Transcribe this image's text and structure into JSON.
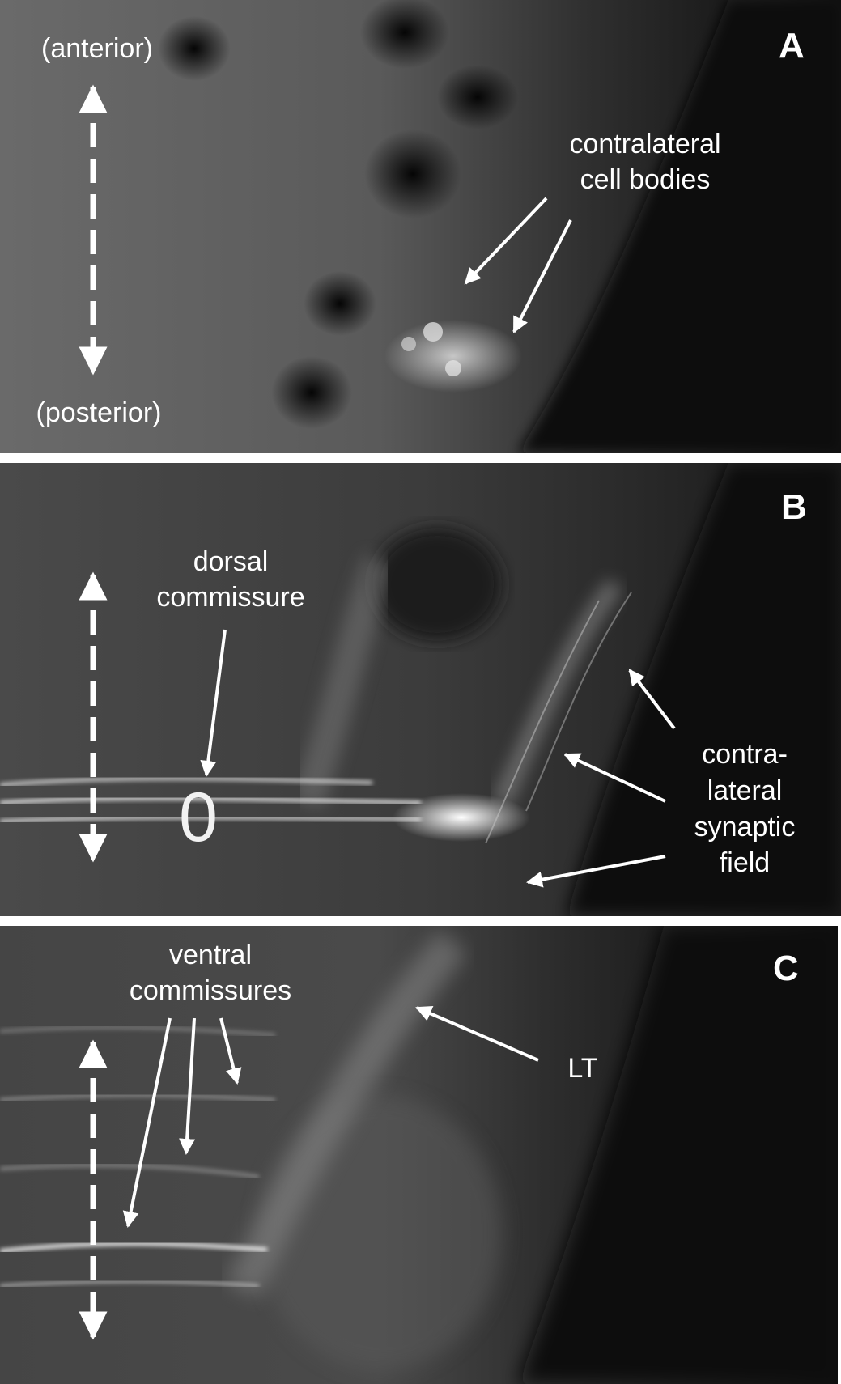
{
  "panels": [
    {
      "letter": "A",
      "anterior_label": "(anterior)",
      "posterior_label": "(posterior)",
      "annotation": [
        "contralateral",
        "cell bodies"
      ]
    },
    {
      "letter": "B",
      "annotation_dorsal": [
        "dorsal",
        "commissure"
      ],
      "marker": "0",
      "annotation_synaptic": [
        "contra-",
        "lateral",
        "synaptic",
        "field"
      ]
    },
    {
      "letter": "C",
      "annotation_ventral": [
        "ventral",
        "commissures"
      ],
      "annotation_lt": "LT"
    }
  ],
  "colors": {
    "background": "#1a1a1a",
    "annotation": "#ffffff",
    "separator": "#ffffff"
  }
}
